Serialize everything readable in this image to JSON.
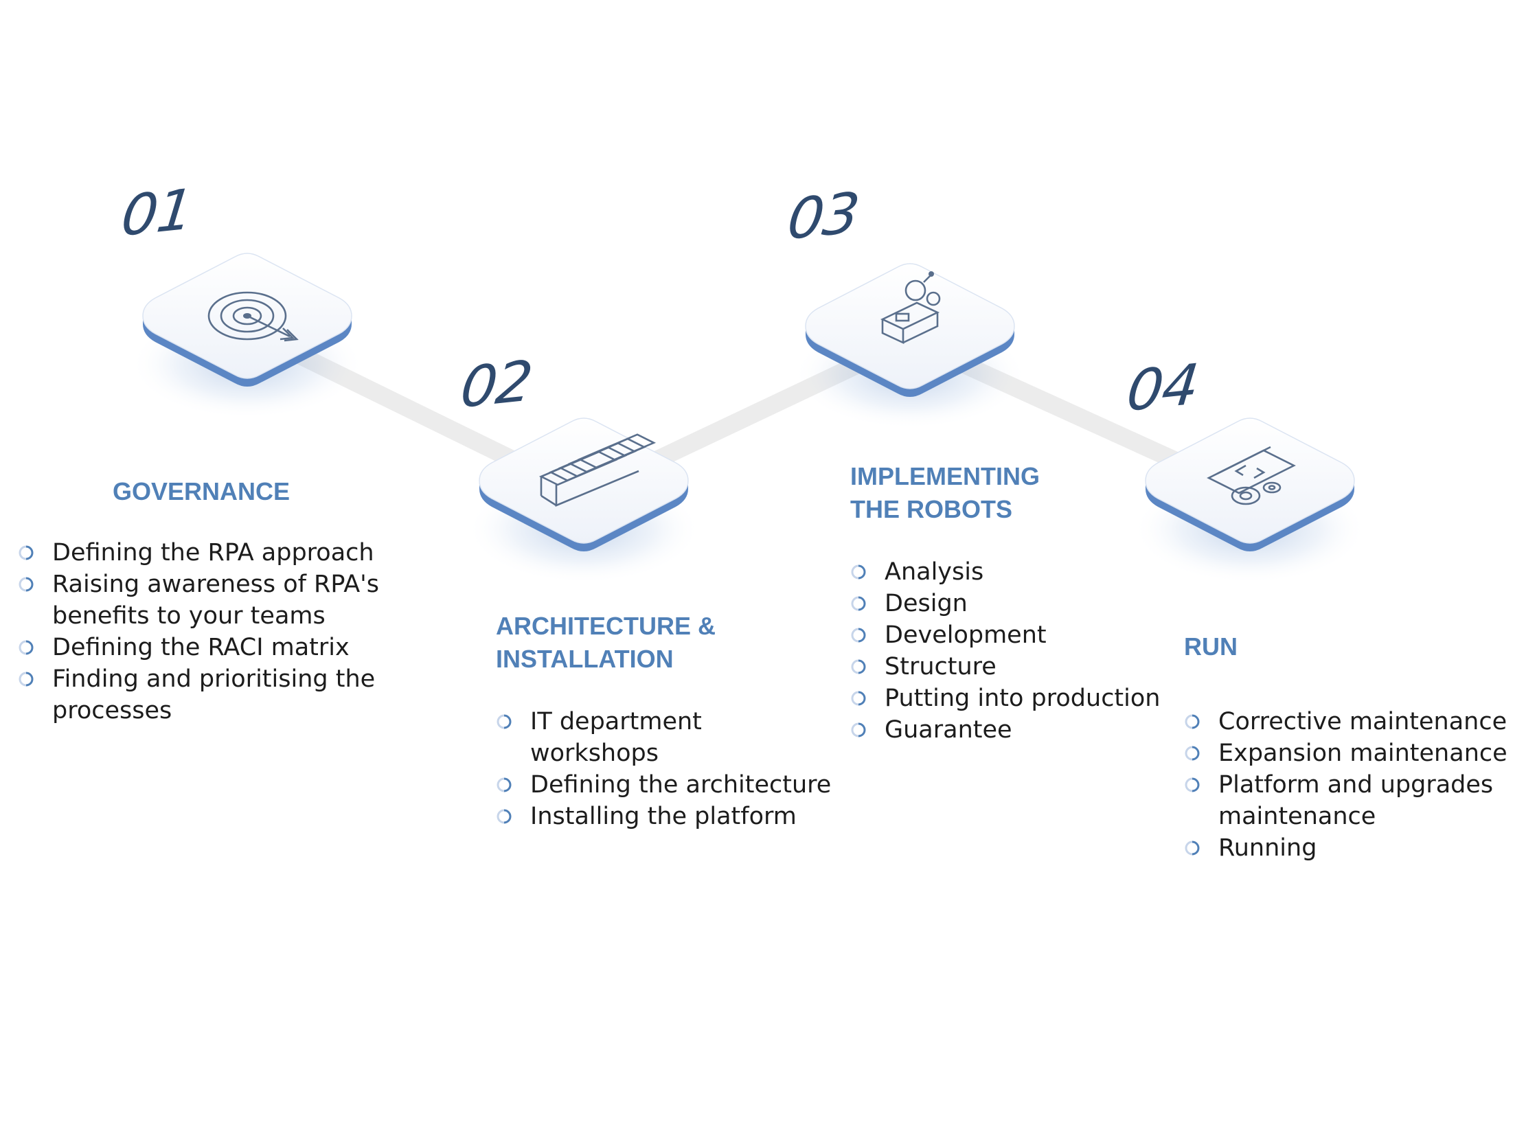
{
  "colors": {
    "accent": "#5080b7",
    "number": "#2f4a6e",
    "text": "#1c1c1c",
    "tile": "#f6f8fc",
    "tile_edge": "#5b86c4",
    "connector": "#ececec"
  },
  "steps": [
    {
      "number": "01",
      "icon": "target-icon",
      "title_lines": [
        "GOVERNANCE"
      ],
      "items": [
        [
          "Defining the RPA approach"
        ],
        [
          "Raising awareness of RPA's",
          "benefits to your teams"
        ],
        [
          "Defining the RACI matrix"
        ],
        [
          "Finding and prioritising the",
          "processes"
        ]
      ]
    },
    {
      "number": "02",
      "icon": "server-racks-icon",
      "title_lines": [
        "ARCHITECTURE &",
        "INSTALLATION"
      ],
      "items": [
        [
          "IT department",
          "workshops"
        ],
        [
          "Defining the architecture"
        ],
        [
          "Installing the platform"
        ]
      ]
    },
    {
      "number": "03",
      "icon": "robot-icon",
      "title_lines": [
        "IMPLEMENTING",
        "THE ROBOTS"
      ],
      "items": [
        [
          "Analysis"
        ],
        [
          "Design"
        ],
        [
          "Development"
        ],
        [
          "Structure"
        ],
        [
          "Putting into production"
        ],
        [
          "Guarantee"
        ]
      ]
    },
    {
      "number": "04",
      "icon": "browser-gear-icon",
      "title_lines": [
        "RUN"
      ],
      "items": [
        [
          "Corrective maintenance"
        ],
        [
          "Expansion maintenance"
        ],
        [
          "Platform and upgrades",
          "maintenance"
        ],
        [
          "Running"
        ]
      ]
    }
  ]
}
